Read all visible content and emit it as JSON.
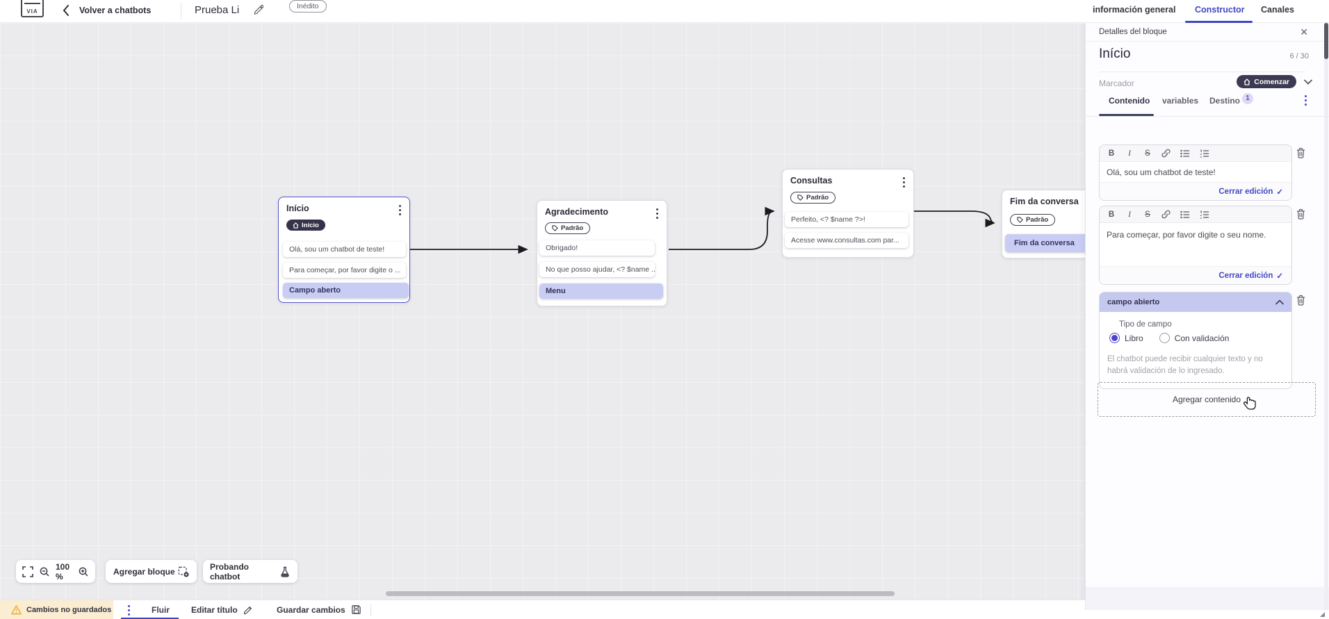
{
  "header": {
    "logo_text": "VIA",
    "back_label": "Volver a chatbots",
    "title": "Prueba Li",
    "status_badge": "Inédito",
    "tabs": [
      {
        "label": "información general",
        "active": false
      },
      {
        "label": "Constructor",
        "active": true
      },
      {
        "label": "Canales",
        "active": false
      }
    ]
  },
  "canvas": {
    "controls": {
      "zoom_level": "100 %",
      "add_block_label": "Agregar bloque",
      "test_chatbot_label": "Probando chatbot"
    },
    "nodes": [
      {
        "title": "Início",
        "badge": "Início",
        "rows": [
          {
            "text": "Olá, sou um chatbot de teste!"
          },
          {
            "text": "Para começar, por favor digite o ..."
          },
          {
            "text": "Campo aberto"
          }
        ]
      },
      {
        "title": "Agradecimento",
        "badge": "Padrão",
        "rows": [
          {
            "text": "Obrigado!"
          },
          {
            "text": "No que posso ajudar, <? $name ..."
          },
          {
            "text": "Menu"
          }
        ]
      },
      {
        "title": "Consultas",
        "badge": "Padrão",
        "rows": [
          {
            "text": "Perfeito, <? $name ?>!"
          },
          {
            "text": "Acesse www.consultas.com par..."
          }
        ]
      },
      {
        "title": "Fim da conversa",
        "badge": "Padrão",
        "rows": [
          {
            "text": "Fim da conversa"
          }
        ]
      }
    ]
  },
  "panel": {
    "header": "Detalles del bloque",
    "block_title": "Início",
    "counter": "6 / 30",
    "marker_label": "Marcador",
    "marker_value": "Comenzar",
    "tabs": [
      {
        "label": "Contenido",
        "active": true
      },
      {
        "label": "variables",
        "active": false
      },
      {
        "label": "Destino",
        "active": false,
        "badge": "1"
      }
    ],
    "editors": [
      {
        "text": "Olá, sou um chatbot de teste!",
        "close_label": "Cerrar edición"
      },
      {
        "text": "Para começar, por favor digite o seu nome.",
        "close_label": "Cerrar edición"
      }
    ],
    "field_section": {
      "title": "campo abierto",
      "type_label": "Tipo de campo",
      "options": [
        {
          "label": "Libro",
          "selected": true
        },
        {
          "label": "Con validación",
          "selected": false
        }
      ],
      "help": "El chatbot puede recibir cualquier texto y no habrá validación de lo ingresado."
    },
    "add_content_label": "Agregar contenido"
  },
  "statusbar": {
    "unsaved_label": "Cambios no guardados",
    "flow_tab": "Fluir",
    "edit_title_label": "Editar título",
    "save_label": "Guardar cambios"
  },
  "icons": {
    "bold": "B",
    "italic": "I",
    "strike": "S",
    "close": "✕",
    "check": "✓"
  },
  "colors": {
    "accent": "#4347c8",
    "lavender": "#c9cdf3",
    "dark_badge": "#34334a",
    "warning_bg": "#fbedd2",
    "selected_node_border": "#5156c8"
  }
}
